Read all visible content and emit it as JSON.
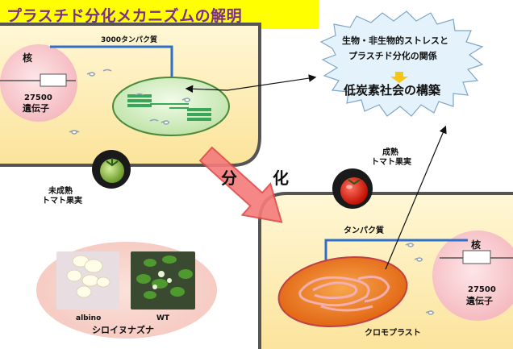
{
  "title": "プラスチド分化メカニズムの解明",
  "top_cell": {
    "nucleus_label": "核",
    "gene_count": "27500",
    "gene_label": "遺伝子",
    "protein_label": "3000タンパク質"
  },
  "bottom_cell": {
    "nucleus_label": "核",
    "gene_count": "27500",
    "gene_label": "遺伝子",
    "protein_label": "タンパク質",
    "chromoplast_label": "クロモプラスト"
  },
  "unripe_tomato": {
    "line1": "未成熟",
    "line2": "トマト果実"
  },
  "ripe_tomato": {
    "line1": "成熟",
    "line2": "トマト果実"
  },
  "differentiation": {
    "char1": "分",
    "char2": "化"
  },
  "cloud": {
    "line1": "生物・非生物的ストレスと",
    "line2": "プラスチド分化の関係",
    "line3": "低炭素社会の構築"
  },
  "plants": {
    "albino_label": "albino",
    "wt_label": "WT",
    "caption": "シロイヌナズナ"
  },
  "colors": {
    "title_bg": "#ffff00",
    "title_text": "#7a2e8e",
    "cell_fill": "#fdf1c4",
    "cell_border": "#555555",
    "nucleus_fill": "#f9d3d6",
    "arrow_blue": "#2f6fc8",
    "chloroplast_fill": "#d8f0c8",
    "chromoplast_fill": "#f07a1e",
    "diff_arrow": "#f26a6a"
  }
}
